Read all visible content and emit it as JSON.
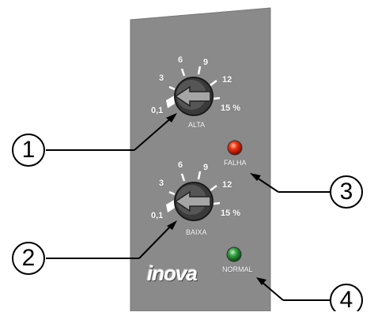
{
  "knob_high": {
    "scale": [
      "0,1",
      "3",
      "6",
      "9",
      "12",
      "15 %"
    ],
    "label": "ALTA"
  },
  "knob_low": {
    "scale": [
      "0,1",
      "3",
      "6",
      "9",
      "12",
      "15 %"
    ],
    "label": "BAIXA"
  },
  "leds": {
    "fault": {
      "label": "FALHA",
      "color": "#e02010"
    },
    "normal": {
      "label": "NORMAL",
      "color": "#2aa040"
    }
  },
  "brand": "inova",
  "callouts": [
    "1",
    "2",
    "3",
    "4"
  ],
  "colors": {
    "panel": "#8a8a8a",
    "knob": "#3a3a3a",
    "arrow": "#9a9a9a"
  }
}
